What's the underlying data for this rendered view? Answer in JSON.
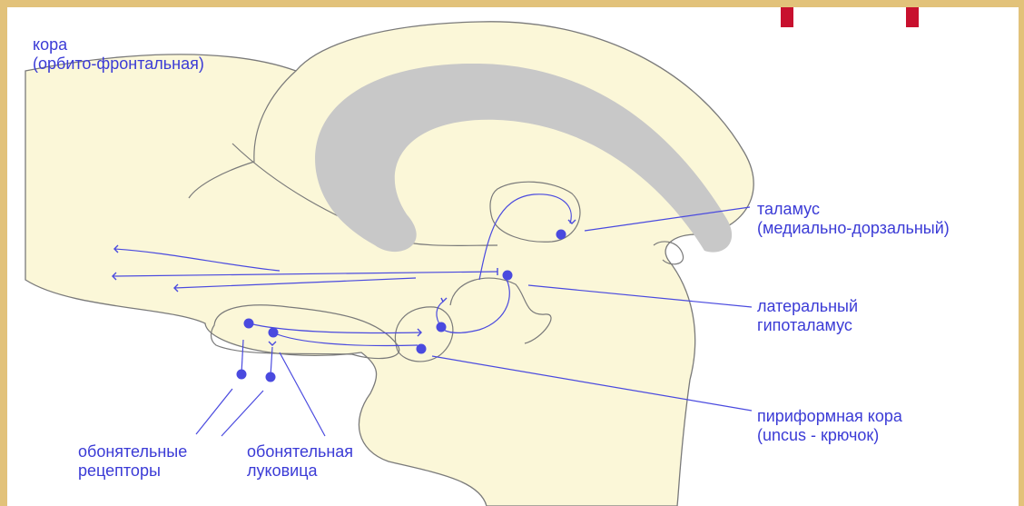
{
  "colors": {
    "background": "#e2c27a",
    "brain": "#fbf7d8",
    "corpus_callosum": "#c8c8c8",
    "pathway": "#4a4adf",
    "accent": "#c8102e"
  },
  "labels": {
    "cortex_line1": "кора",
    "cortex_line2": "(орбито-фронтальная)",
    "thalamus_line1": "таламус",
    "thalamus_line2": "(медиально-дорзальный)",
    "hypothalamus_line1": "латеральный",
    "hypothalamus_line2": "гипоталамус",
    "piriform_line1": "пириформная кора",
    "piriform_line2": "(uncus - крючок)",
    "receptors_line1": "обонятельные",
    "receptors_line2": "рецепторы",
    "bulb_line1": "обонятельная",
    "bulb_line2": "луковица"
  }
}
